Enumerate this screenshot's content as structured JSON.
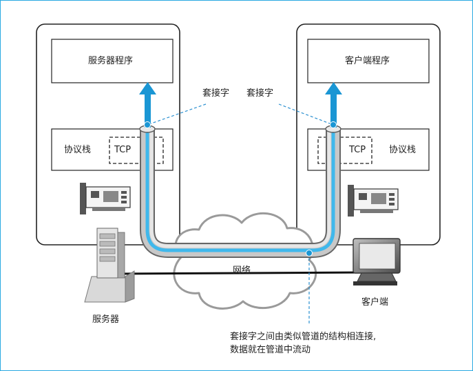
{
  "server": {
    "app_box": "服务器程序",
    "stack_label": "协议栈",
    "tcp_label": "TCP",
    "device_label": "服务器"
  },
  "client": {
    "app_box": "客户端程序",
    "stack_label": "协议栈",
    "tcp_label": "TCP",
    "device_label": "客户端"
  },
  "socket_labels": [
    "套接字",
    "套接字"
  ],
  "network_label": "网络",
  "caption": [
    "套接字之间由类似管道的结构相连接,",
    "数据就在管道中流动"
  ],
  "colors": {
    "frame": "#29a9e1",
    "pipe_fill": "#c8c8c8",
    "pipe_flow": "#3fb8ec",
    "arrow": "#1a96d4",
    "leader": "#2a8fd0"
  },
  "icons": [
    "network-card-icon",
    "server-tower-icon",
    "crt-monitor-icon",
    "cloud-icon"
  ]
}
